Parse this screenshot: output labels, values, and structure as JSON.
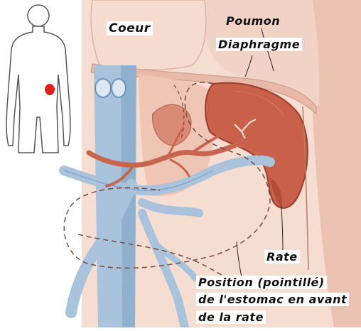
{
  "labels": {
    "coeur": "Coeur",
    "poumon": "Poumon",
    "diaphragme": "Diaphragme",
    "rate": "Rate",
    "caption_line1": "Position (pointillé)",
    "caption_line2": "de l'estomac en avant",
    "caption_line3": "de la rate"
  },
  "colors": {
    "background": "#ffffff",
    "spleen": "#c8604a",
    "vessel_blue": "#a9c3dc",
    "artery_red": "#c9654f",
    "tissue": "#f0cdbf",
    "heart": "#f3d8cb",
    "marker_red": "#e0201c"
  }
}
